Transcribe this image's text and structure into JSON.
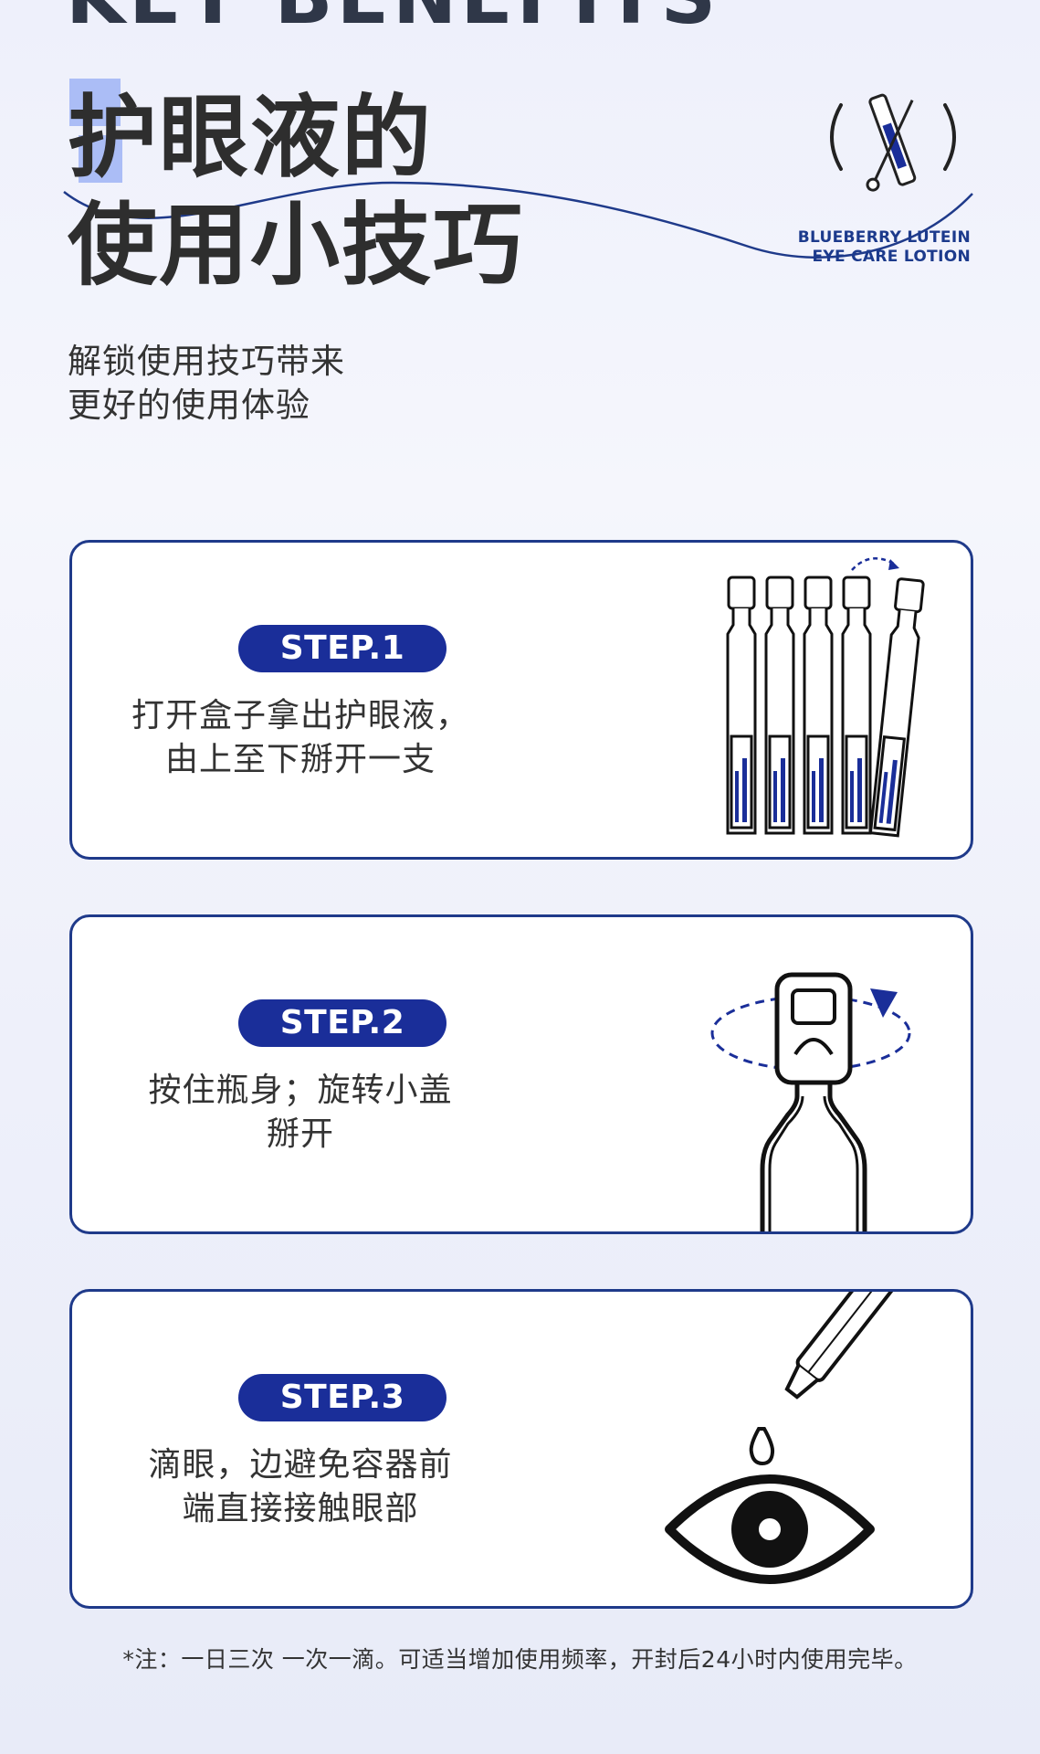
{
  "header": {
    "key_benefits": "KEY BENEFITS",
    "title_line1": "护眼液的",
    "title_line2": "使用小技巧",
    "brand_line1": "BLUEBERRY LUTEIN",
    "brand_line2": "EYE CARE LOTION"
  },
  "subtitle": {
    "line1": "解锁使用技巧带来",
    "line2": "更好的使用体验"
  },
  "steps": [
    {
      "label": "STEP.1",
      "line1": "打开盒子拿出护眼液，",
      "line2": "由上至下掰开一支",
      "illustration": "vial-strip-icon"
    },
    {
      "label": "STEP.2",
      "line1": "按住瓶身；旋转小盖",
      "line2": "掰开",
      "illustration": "twist-cap-icon"
    },
    {
      "label": "STEP.3",
      "line1": "滴眼，边避免容器前",
      "line2": "端直接接触眼部",
      "illustration": "eye-drop-icon"
    }
  ],
  "footnote": "*注：一日三次 一次一滴。可适当增加使用频率，开封后24小时内使用完毕。",
  "colors": {
    "accent": "#1a2e99",
    "border": "#1f3a8a",
    "highlight": "#9fb4f5",
    "background": "#eef0fb"
  }
}
